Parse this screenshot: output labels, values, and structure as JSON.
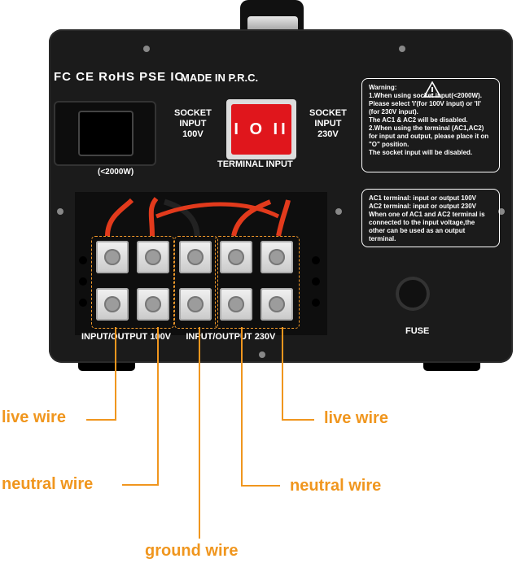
{
  "certifications": "FC CE RoHS PSE IC",
  "made_in": "MADE IN P.R.C.",
  "socket_100": [
    "SOCKET",
    "INPUT",
    "100V"
  ],
  "socket_230": [
    "SOCKET",
    "INPUT",
    "230V"
  ],
  "power_limit": "(<2000W)",
  "switch_symbols": "I O II",
  "terminal_input": "TERMINAL INPUT",
  "warning_lines": [
    "Warning:",
    "1.When using socket input(<2000W).",
    "Please select 'I'(for 100V input) or 'II'",
    "(for 230V input).",
    "The AC1 & AC2 will be disabled.",
    "2.When using the terminal (AC1,AC2)",
    "for input and output, please place it on",
    "\"O\" position.",
    "The socket input will be disabled."
  ],
  "terminal_lines": [
    "AC1 terminal: input or output 100V",
    "AC2 terminal: input or output 230V",
    "When one of AC1 and AC2 terminal is",
    "connected to the input voltage,the",
    "other can be used as an output",
    "terminal."
  ],
  "io_label": "INPUT/OUTPUT 100V      INPUT/OUTPUT 230V",
  "fuse_label": "FUSE",
  "callouts": {
    "live_left": "live wire",
    "live_right": "live wire",
    "neutral_left": "neutral wire",
    "neutral_right": "neutral wire",
    "ground": "ground wire"
  },
  "colors": {
    "accent": "#f0961e",
    "switch": "#e0161c",
    "body": "#1b1b1b"
  }
}
